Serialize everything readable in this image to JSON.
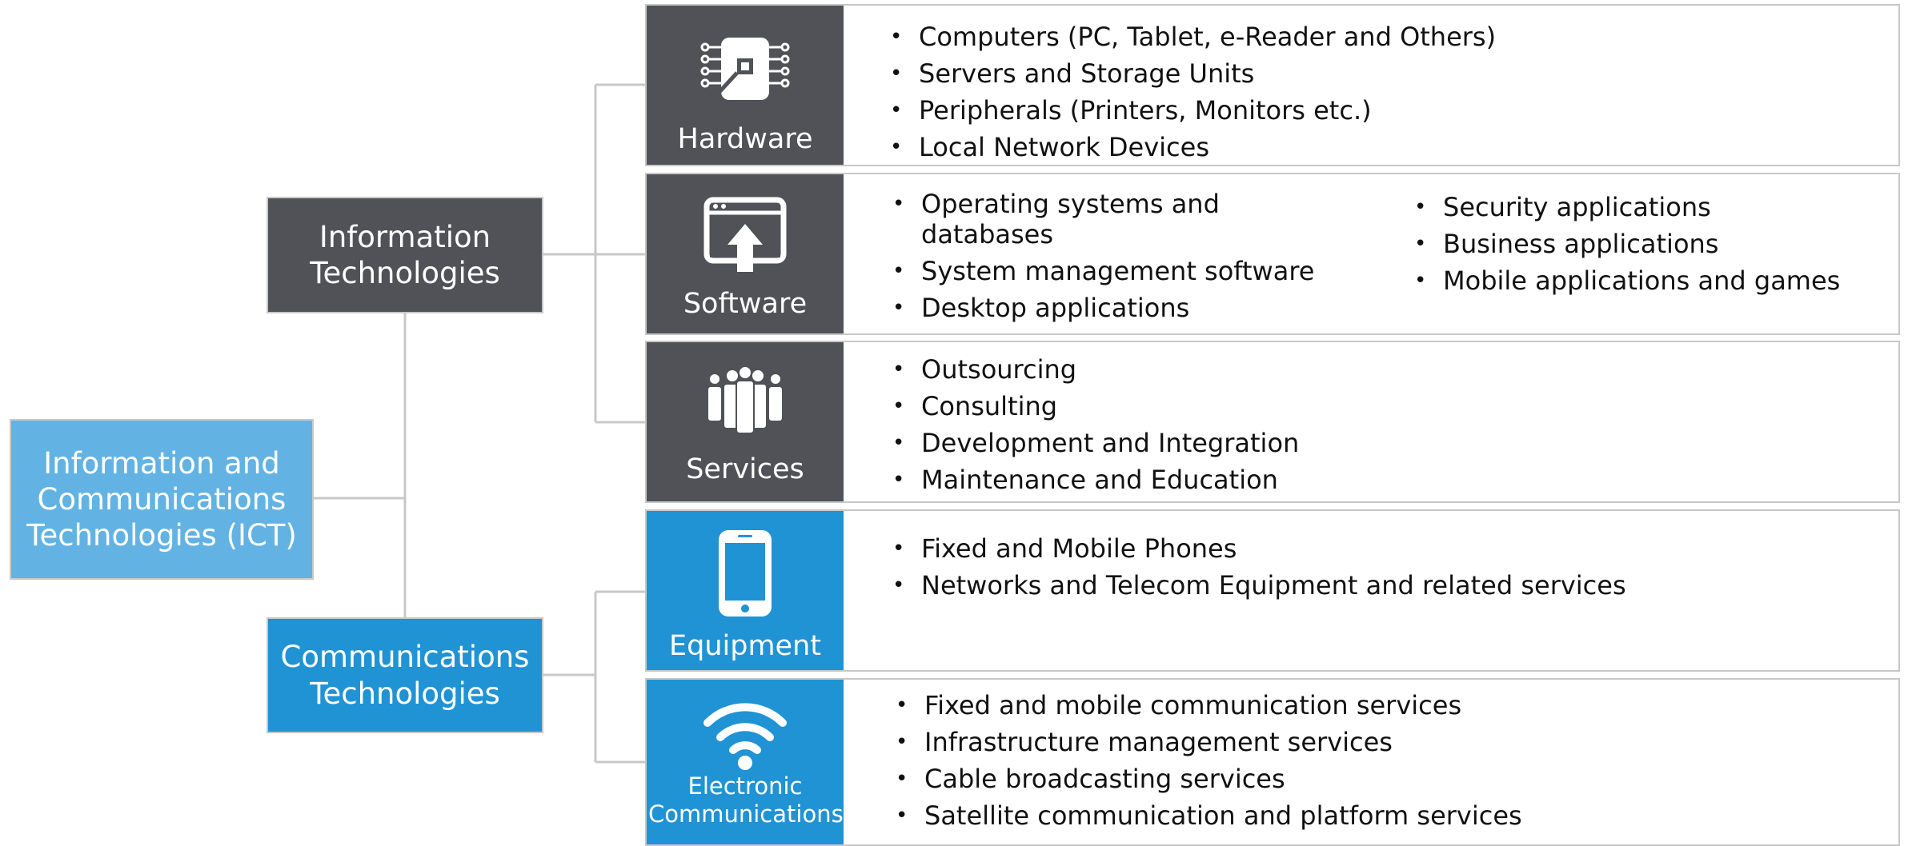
{
  "colors": {
    "dark_tile": "#505257",
    "ict_box": "#62b3e4",
    "comm_box": "#2093d4",
    "connector": "#c8c8c8",
    "border": "#c8c8c8"
  },
  "root": {
    "label": "Information and Communications Technologies (ICT)"
  },
  "branches": {
    "it": {
      "label": "Information Technologies"
    },
    "ct": {
      "label": "Communications Technologies"
    }
  },
  "rows": [
    {
      "label": "Hardware",
      "icon": "chip-icon",
      "items": [
        "Computers (PC, Tablet, e-Reader and Others)",
        "Servers and Storage Units",
        "Peripherals (Printers, Monitors etc.)",
        "Local Network Devices"
      ]
    },
    {
      "label": "Software",
      "icon": "software-upload-icon",
      "items": [
        "Operating systems and databases",
        "System management software",
        "Desktop applications"
      ],
      "items_right": [
        "Security applications",
        "Business applications",
        "Mobile applications and games"
      ]
    },
    {
      "label": "Services",
      "icon": "people-group-icon",
      "items": [
        "Outsourcing",
        "Consulting",
        "Development and Integration",
        "Maintenance and Education"
      ]
    },
    {
      "label": "Equipment",
      "icon": "smartphone-icon",
      "items": [
        "Fixed and Mobile Phones",
        "Networks and Telecom Equipment and related services"
      ]
    },
    {
      "label": "Electronic Communications",
      "icon": "wifi-icon",
      "items": [
        "Fixed and mobile communication services",
        "Infrastructure management services",
        "Cable broadcasting services",
        "Satellite communication and platform services"
      ]
    }
  ]
}
